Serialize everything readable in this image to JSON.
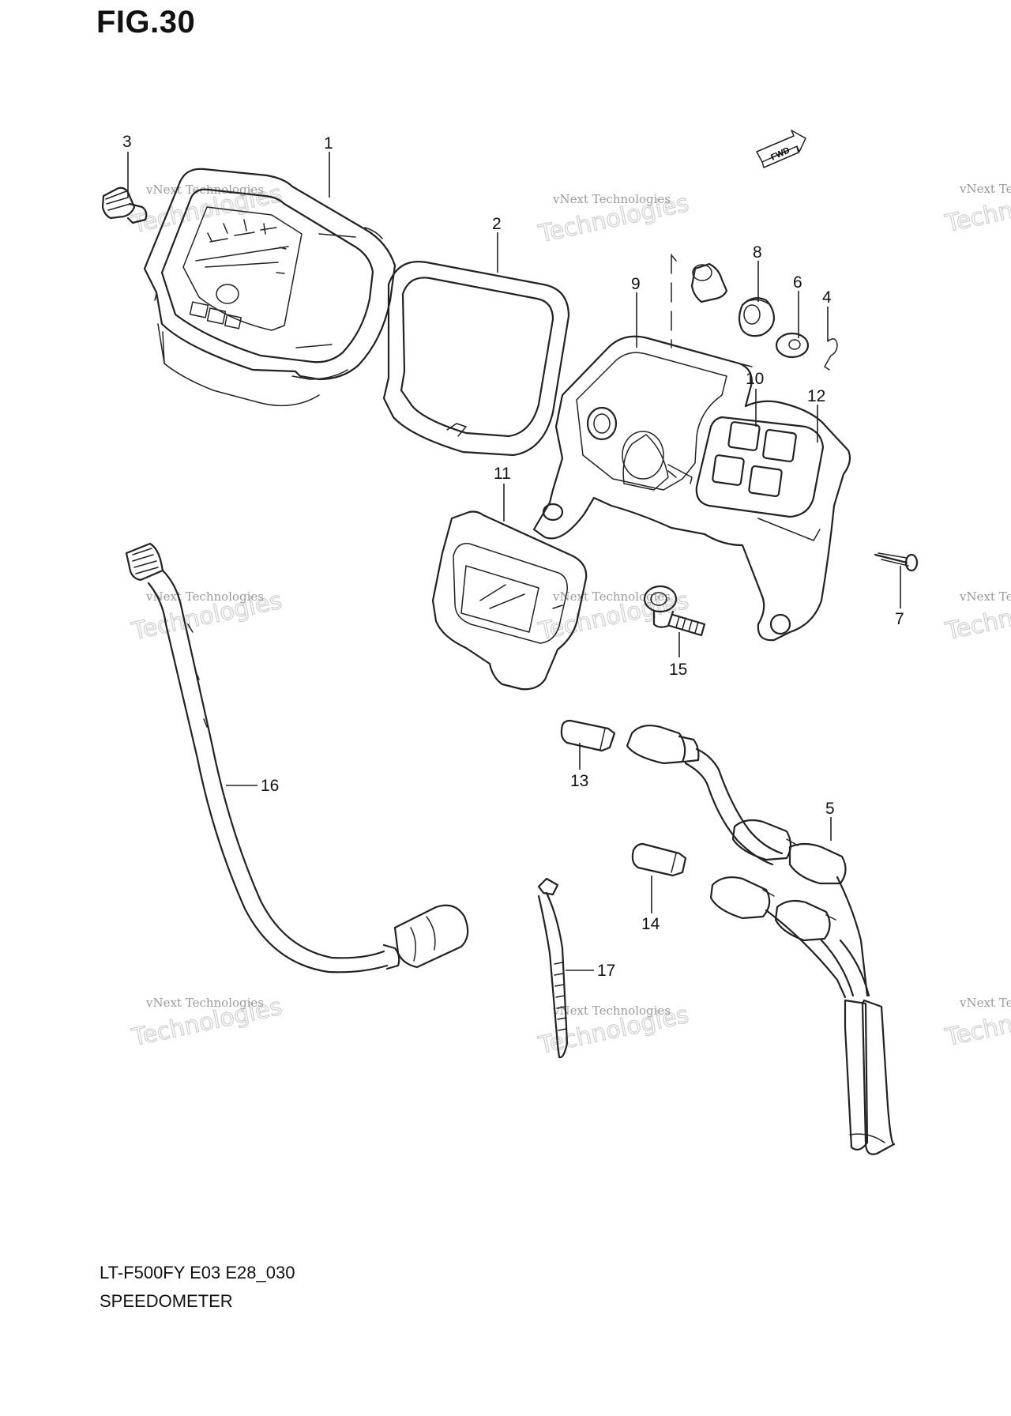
{
  "figure": {
    "title": "FIG.30"
  },
  "footer": {
    "model_line": "LT-F500FY E03 E28_030",
    "name": "SPEEDOMETER"
  },
  "direction_marker": {
    "label": "FWD"
  },
  "watermark": {
    "line1": "vNext Technologies",
    "line2": "Technologies",
    "top": "vNext"
  },
  "callouts": [
    "1",
    "2",
    "3",
    "4",
    "5",
    "6",
    "7",
    "8",
    "9",
    "10",
    "11",
    "12",
    "13",
    "14",
    "15",
    "16",
    "17"
  ]
}
